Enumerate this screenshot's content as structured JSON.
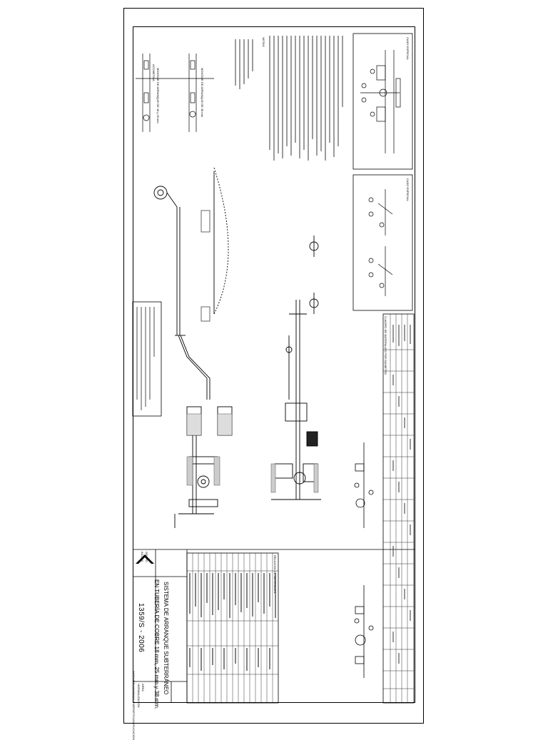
{
  "company": {
    "name_line1": "GRUPO",
    "name_line2": "AGUAS"
  },
  "title_block": {
    "drawing_number": "1359/S - 2006",
    "title_line1": "SISTEMA DE ARRANQUE SUBTERRÁNEO",
    "title_line2": "EN TUBERÍA DE COBRE 18 mm, 25 mm y 38 mm.",
    "area_label": "AREA",
    "area_value": "NORMALIZACION",
    "dept_value": "INGENIERIA/NORMAS ENERGETICAS/APLICACION"
  },
  "sections": {
    "detail_mounting_label": "ACOMETIDA",
    "detail_title_a": "MONTAJE DE ARRANQUE DE 18 y 25 mm",
    "detail_title_b": "MONTAJE DE ARRANQUE DE 38 mm",
    "notes_title": "NOTAS",
    "caso_especial_1": "CASO ESPECIAL",
    "caso_especial_2": "CASO ESPECIAL",
    "bill_title": "RELACION DE MATERIALES",
    "table_title": "CUADRO DE MATERIALES POR DIAMETRO"
  },
  "colors": {
    "line": "#000000",
    "paper": "#ffffff",
    "hatch": "#555555"
  }
}
